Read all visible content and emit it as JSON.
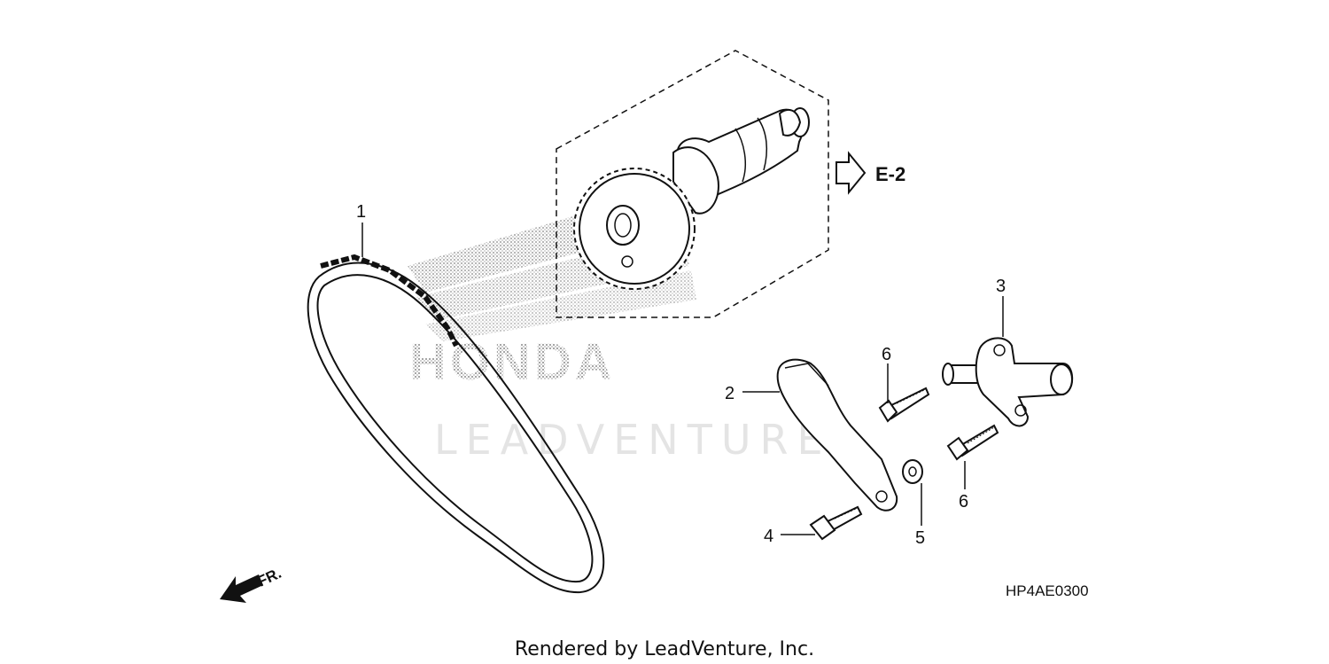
{
  "diagram": {
    "callouts": [
      {
        "id": "1",
        "label": "1"
      },
      {
        "id": "2",
        "label": "2"
      },
      {
        "id": "3",
        "label": "3"
      },
      {
        "id": "4",
        "label": "4"
      },
      {
        "id": "5",
        "label": "5"
      },
      {
        "id": "6a",
        "label": "6"
      },
      {
        "id": "6b",
        "label": "6"
      }
    ],
    "reference": "E-2",
    "direction": "FR.",
    "diagram_code": "HP4AE0300",
    "watermark_brand": "HONDA",
    "watermark_vendor": "LEADVENTURE",
    "footer": "Rendered by LeadVenture, Inc."
  }
}
